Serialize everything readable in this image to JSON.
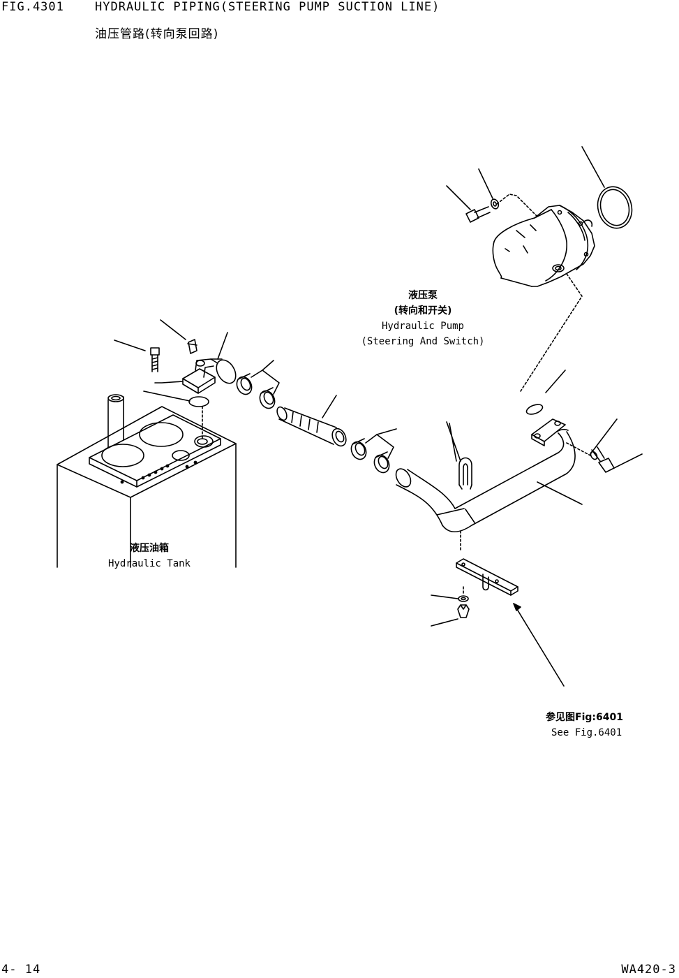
{
  "header": {
    "fig_number": "FIG.4301",
    "title_en": "HYDRAULIC PIPING(STEERING PUMP SUCTION LINE)",
    "title_cn": "油压管路(转向泵回路)"
  },
  "labels": {
    "pump": {
      "cn1": "液压泵",
      "cn2": "(转向和开关)",
      "en1": "Hydraulic Pump",
      "en2": "(Steering And Switch)"
    },
    "tank": {
      "cn": "液压油箱",
      "en": "Hydraulic Tank"
    },
    "reference": {
      "cn": "参见图Fig:6401",
      "en": "See Fig.6401"
    }
  },
  "footer": {
    "page": "4- 14",
    "model": "WA420-3"
  }
}
